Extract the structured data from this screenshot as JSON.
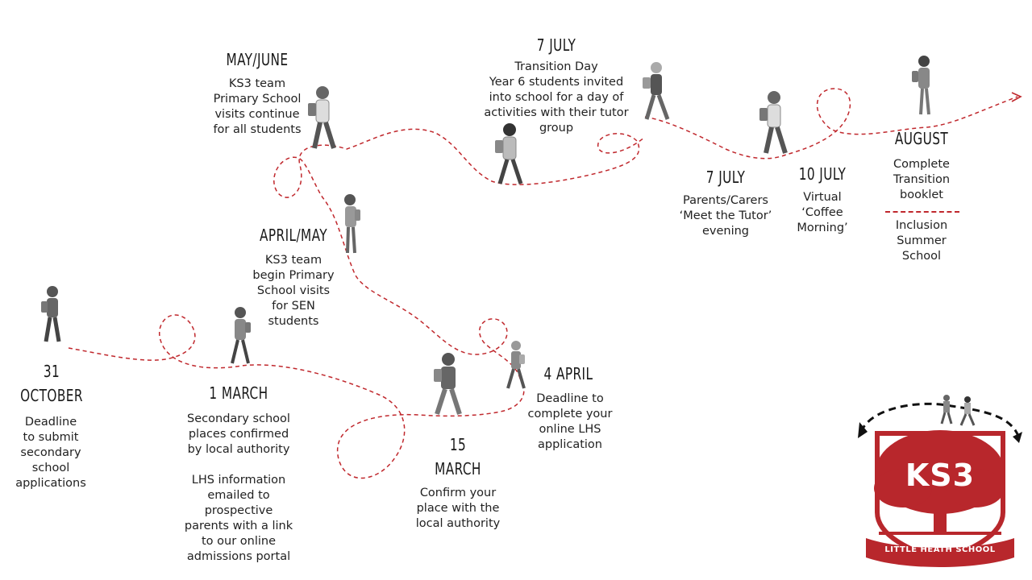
{
  "events": [
    {
      "id": "oct31",
      "date": "31\nOCTOBER",
      "text": "Deadline\nto submit\nsecondary\nschool\napplications"
    },
    {
      "id": "mar1",
      "date": "1 MARCH",
      "text": "Secondary school\nplaces confirmed\nby local authority\n\nLHS information\nemailed to\nprospective\nparents with a link\nto our online\nadmissions portal"
    },
    {
      "id": "mar15",
      "date": "15\nMARCH",
      "text": "Confirm your\nplace with the\nlocal authority"
    },
    {
      "id": "apr4",
      "date": "4 APRIL",
      "text": "Deadline to\ncomplete your\nonline LHS\napplication"
    },
    {
      "id": "aprmay",
      "date": "APRIL/MAY",
      "text": "KS3 team\nbegin Primary\nSchool visits\nfor SEN\nstudents"
    },
    {
      "id": "mayjune",
      "date": "MAY/JUNE",
      "text": "KS3 team\nPrimary School\nvisits continue\nfor all students"
    },
    {
      "id": "jul7a",
      "date": "7 JULY",
      "text": "Transition Day\nYear 6 students invited\ninto school for a day of\nactivities with their tutor\ngroup"
    },
    {
      "id": "jul7b",
      "date": "7 JULY",
      "text": "Parents/Carers\n‘Meet the Tutor’\nevening"
    },
    {
      "id": "jul10",
      "date": "10 JULY",
      "text": "Virtual\n‘Coffee\nMorning’"
    },
    {
      "id": "aug",
      "date": "AUGUST",
      "text": "Complete\nTransition\nbooklet",
      "text2": "Inclusion\nSummer\nSchool"
    }
  ],
  "logo": {
    "title": "KS3",
    "school": "LITTLE HEATH SCHOOL"
  },
  "colors": {
    "accent": "#c0282d",
    "shield": "#b8272c",
    "figure": "#555555"
  }
}
